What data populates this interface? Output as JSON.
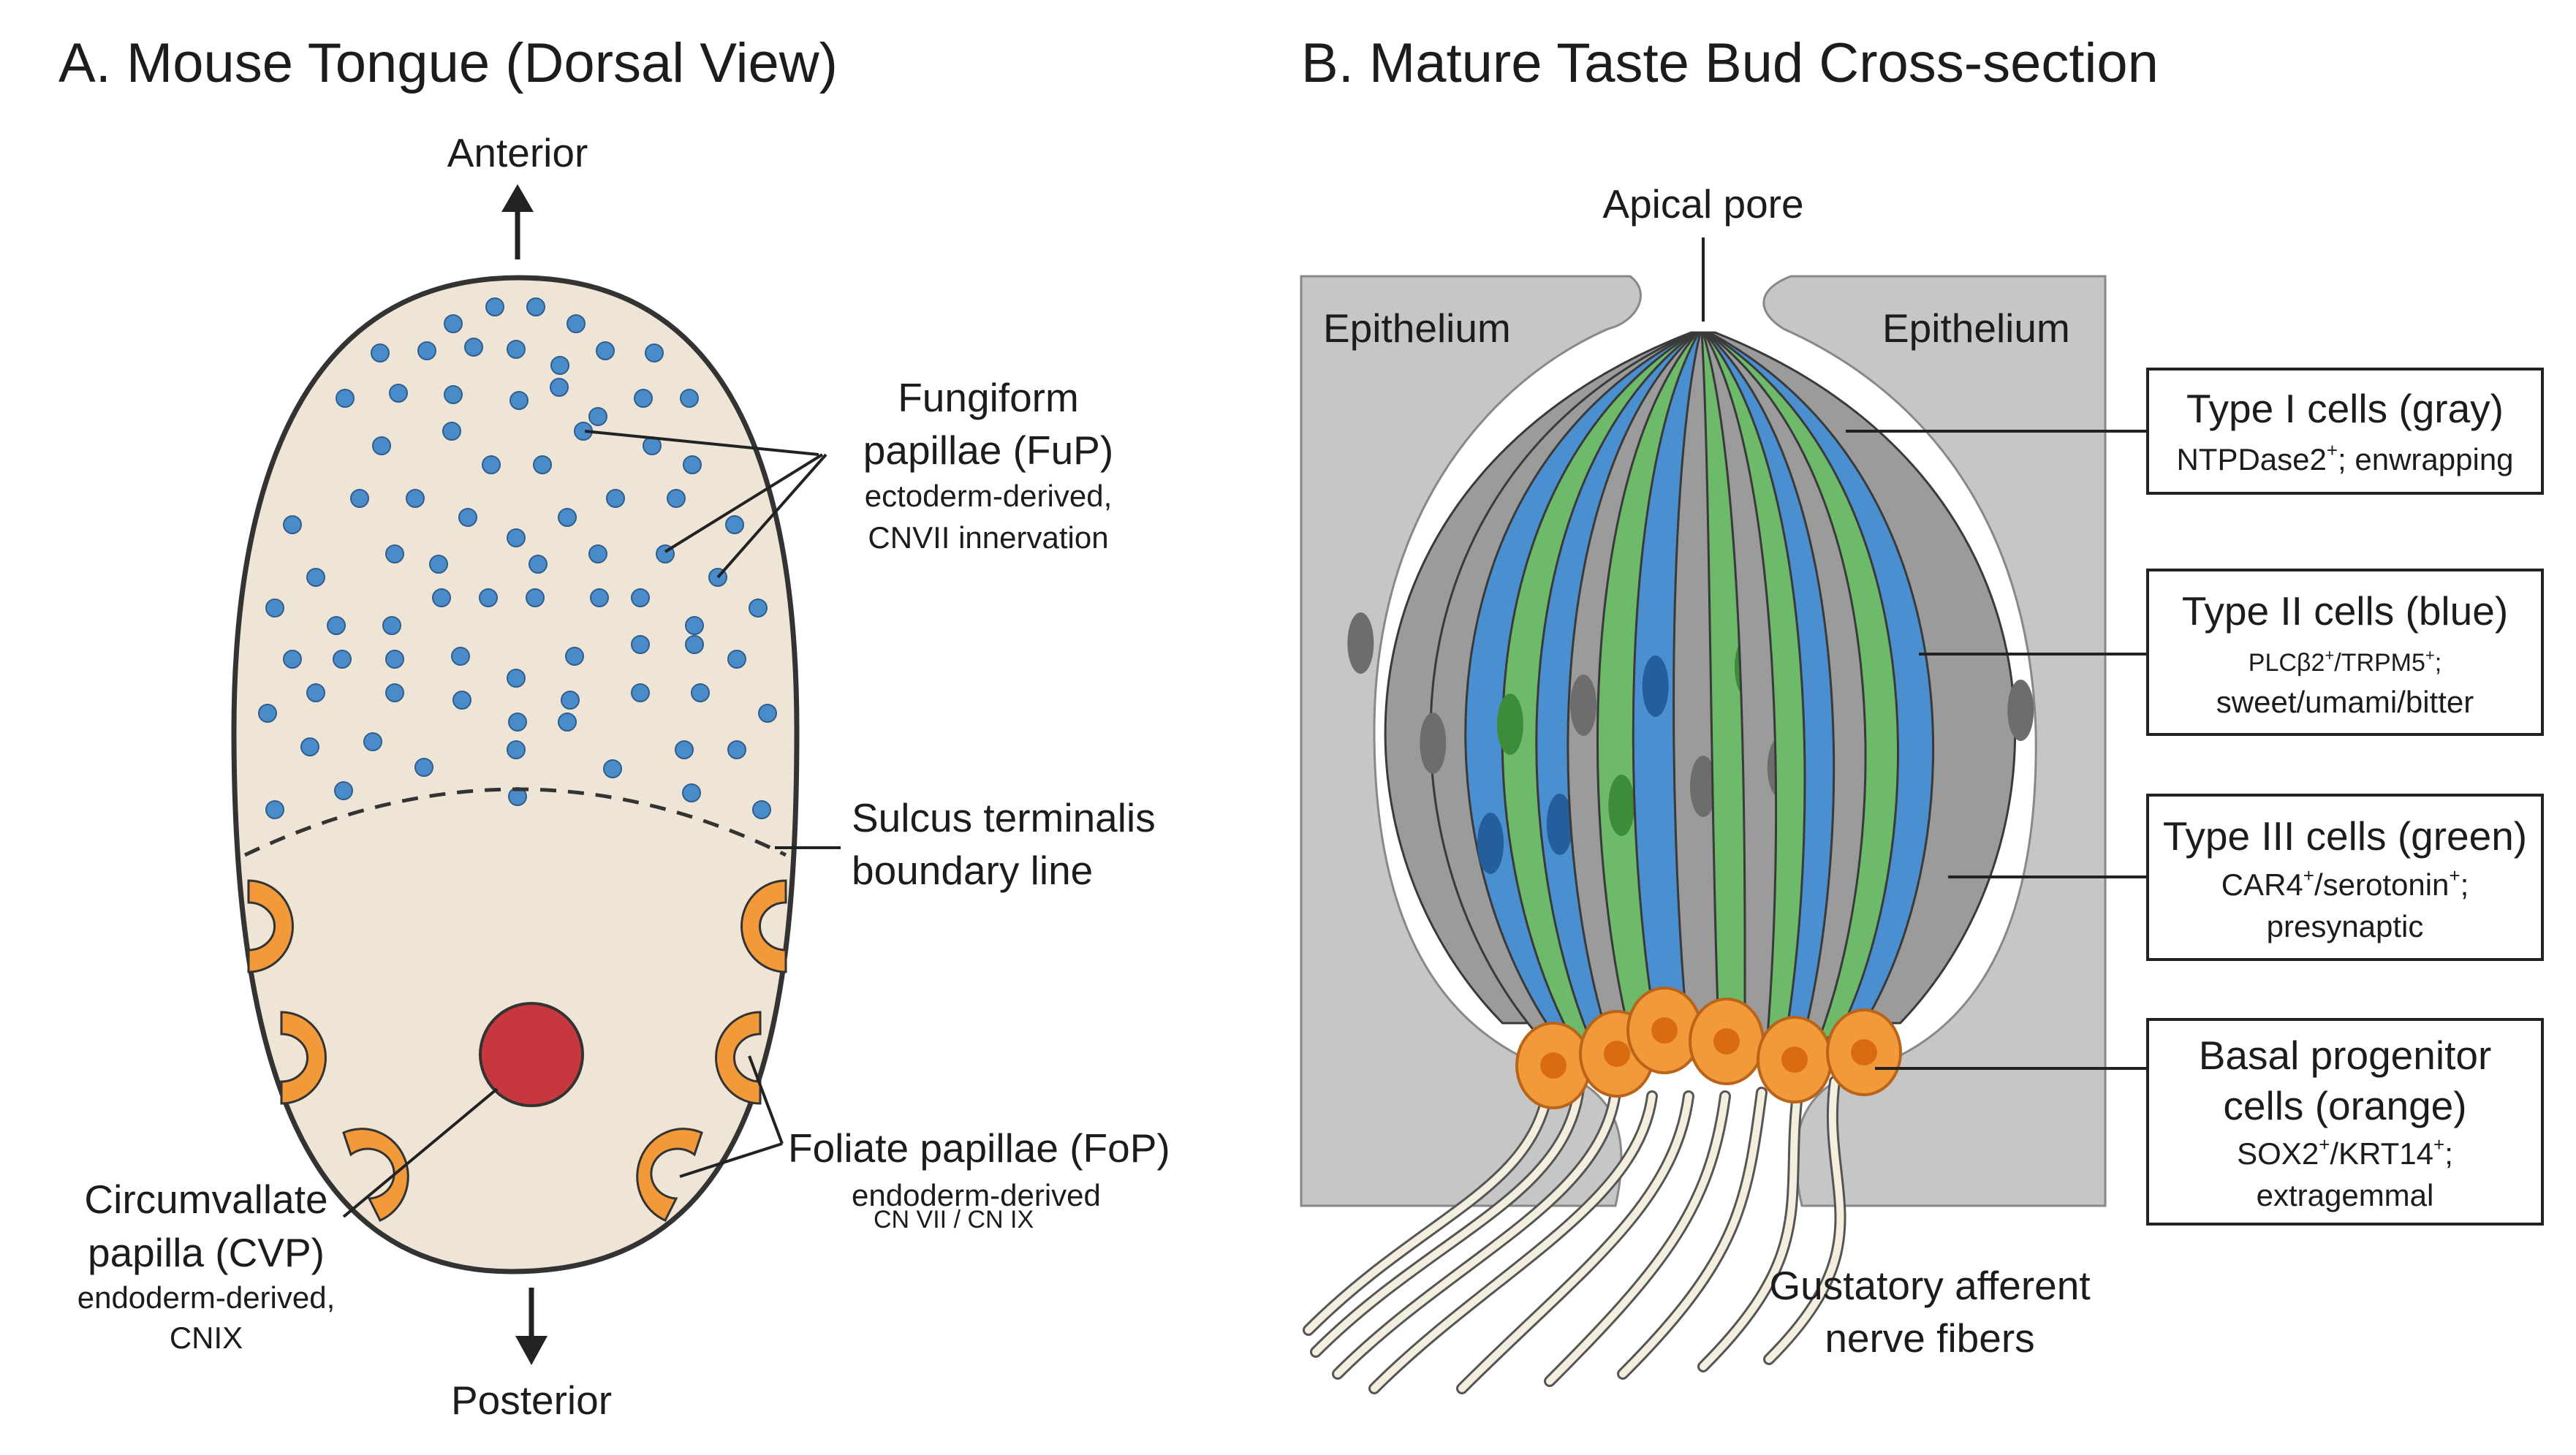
{
  "panel_a": {
    "title": "A. Mouse Tongue (Dorsal View)",
    "anterior": "Anterior",
    "posterior": "Posterior",
    "fungiform": {
      "line1": "Fungiform",
      "line2": "papillae (FuP)",
      "line3": "ectoderm-derived,",
      "line4": "CNVII innervation"
    },
    "sulcus": {
      "line1": "Sulcus terminalis",
      "line2": "boundary line"
    },
    "foliate": {
      "line1": "Foliate papillae (FoP)",
      "line2": "endoderm-derived",
      "line3": "CN VII / CN IX"
    },
    "cvp": {
      "line1": "Circumvallate",
      "line2": "papilla (CVP)",
      "line3": "endoderm-derived,",
      "line4": "CNIX"
    }
  },
  "panel_b": {
    "title": "B. Mature Taste Bud Cross-section",
    "apical_pore": "Apical pore",
    "epithelium_left": "Epithelium",
    "epithelium_right": "Epithelium",
    "nerve": {
      "line1": "Gustatory afferent",
      "line2": "nerve fibers"
    },
    "type1": {
      "title": "Type I cells (gray)",
      "desc_a": "NTPDase2",
      "sup": "+",
      "desc_b": "; enwrapping"
    },
    "type2": {
      "title": "Type II cells (blue)",
      "desc_a": "PLCβ2",
      "sup1": "+",
      "desc_b": "/TRPM5",
      "sup2": "+",
      "desc_c": ";",
      "line3": "sweet/umami/bitter"
    },
    "type3": {
      "title": "Type III cells (green)",
      "desc_a": "CAR4",
      "sup1": "+",
      "desc_b": "/serotonin",
      "sup2": "+",
      "desc_c": ";",
      "line3": "presynaptic"
    },
    "basal": {
      "line1": "Basal progenitor",
      "line2": "cells (orange)",
      "desc_a": "SOX2",
      "sup1": "+",
      "desc_b": "/KRT14",
      "sup2": "+",
      "desc_c": ";",
      "line4": "extragemmal"
    }
  },
  "colors": {
    "tongue_fill": "#efe5d6",
    "fungiform_dot": "#4a8bc9",
    "cvp": "#c6383e",
    "foliate": "#f29a3a",
    "epithelium": "#c6c6c6",
    "type1": "#9b9b9b",
    "type2": "#4a8fd0",
    "type3": "#6dbb6a",
    "basal": "#f29a3a",
    "nerve": "#f3eedd"
  }
}
